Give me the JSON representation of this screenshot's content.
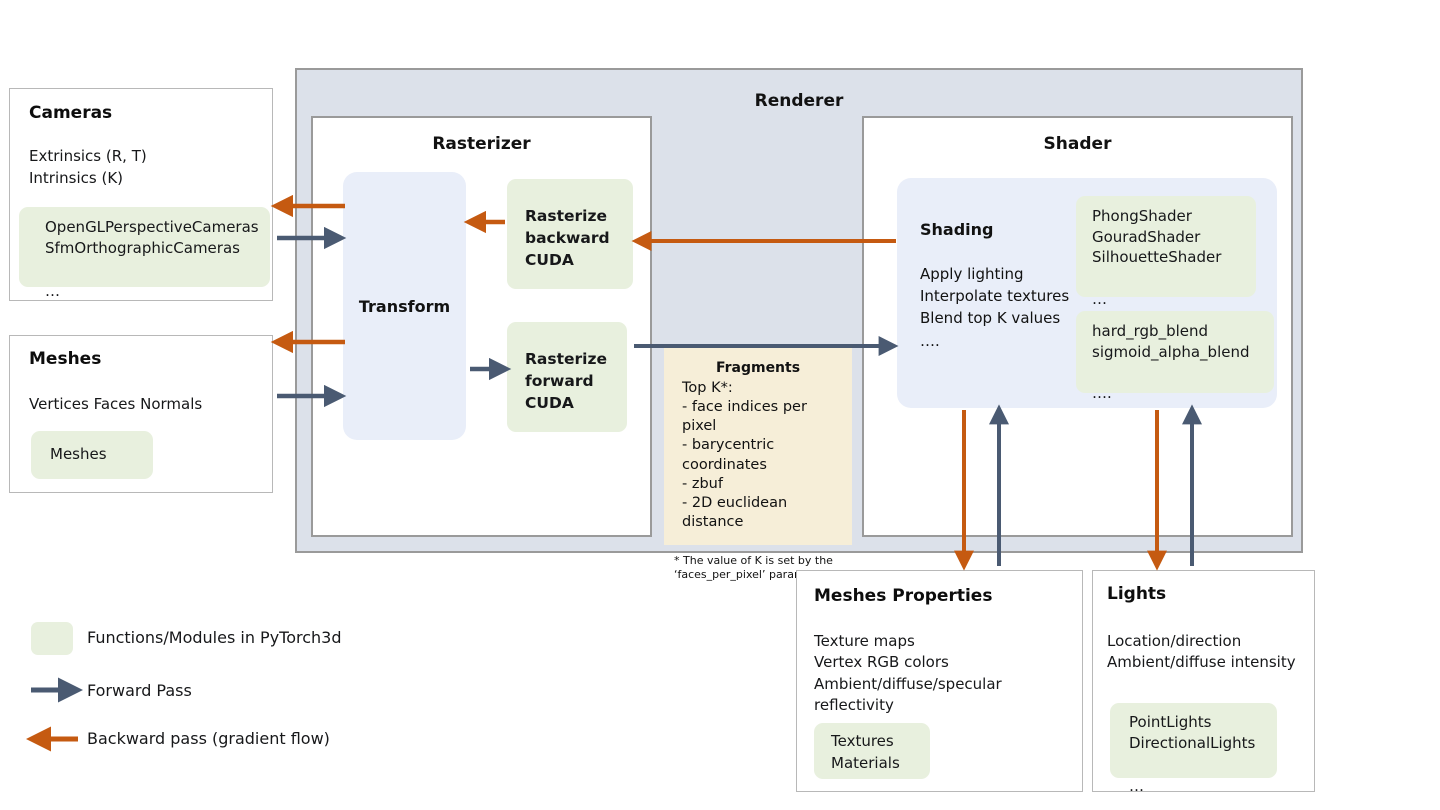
{
  "colors": {
    "forward_arrow": "#4a5a72",
    "backward_arrow": "#c55a11",
    "module_chip": "#e8f0de",
    "renderer_bg": "#dce1ea",
    "blue_region": "#e9eef9",
    "fragments_bg": "#f6eed8",
    "border": "#9a9a9a"
  },
  "cameras": {
    "title": "Cameras",
    "body": "Extrinsics (R, T)\nIntrinsics (K)",
    "chip": "OpenGLPerspectiveCameras\nSfmOrthographicCameras\n\n…"
  },
  "meshes": {
    "title": "Meshes",
    "body": "Vertices   Faces   Normals",
    "chip": "Meshes"
  },
  "renderer": {
    "title": "Renderer"
  },
  "rasterizer": {
    "title": "Rasterizer",
    "transform_label": "Transform",
    "backward_chip": "Rasterize\nbackward\nCUDA",
    "forward_chip": "Rasterize\nforward\nCUDA"
  },
  "fragments": {
    "title": "Fragments",
    "list": "Top K*:\n- face indices per pixel\n- barycentric coordinates\n- zbuf\n- 2D euclidean distance",
    "note": "* The value of K is set by the\n‘faces_per_pixel’ parameter"
  },
  "shader": {
    "title": "Shader",
    "shading_title": "Shading",
    "shading_body": "Apply lighting\nInterpolate textures\nBlend top K values\n….",
    "chip_shaders": "PhongShader\nGouradShader\nSilhouetteShader\n\n…",
    "chip_blends": "hard_rgb_blend\nsigmoid_alpha_blend\n\n…."
  },
  "meshes_properties": {
    "title": "Meshes Properties",
    "body": "Texture maps\nVertex RGB colors\nAmbient/diffuse/specular reflectivity\n…",
    "chip": "Textures\nMaterials"
  },
  "lights": {
    "title": "Lights",
    "body": "Location/direction\nAmbient/diffuse intensity",
    "chip": "PointLights\nDirectionalLights\n\n…"
  },
  "legend": {
    "modules": "Functions/Modules in PyTorch3d",
    "forward": "Forward Pass",
    "backward": "Backward pass (gradient flow)"
  }
}
